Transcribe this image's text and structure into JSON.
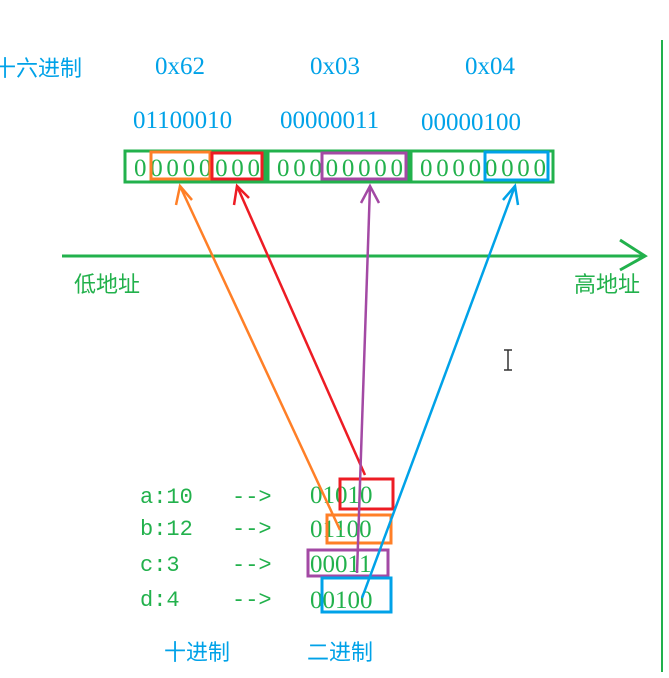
{
  "hex_label": "十六进制",
  "hex_values": [
    "0x62",
    "0x03",
    "0x04"
  ],
  "binary_values": [
    "01100010",
    "00000011",
    "00000100"
  ],
  "memory_bytes": [
    "00000000",
    "00000000",
    "00000000"
  ],
  "axis": {
    "low_label": "低地址",
    "high_label": "高地址"
  },
  "variables": [
    {
      "label": "a:10",
      "arrow": "-->",
      "binary": "01010"
    },
    {
      "label": "b:12",
      "arrow": "-->",
      "binary": "01100"
    },
    {
      "label": "c:3",
      "arrow": "-->",
      "binary": "00011"
    },
    {
      "label": "d:4",
      "arrow": "-->",
      "binary": "00100"
    }
  ],
  "footer": {
    "decimal_label": "十进制",
    "binary_label": "二进制"
  },
  "colors": {
    "blue": "#00a2e8",
    "green": "#22b14c",
    "orange": "#ff7f27",
    "red": "#ed1c24",
    "purple": "#a349a4"
  }
}
